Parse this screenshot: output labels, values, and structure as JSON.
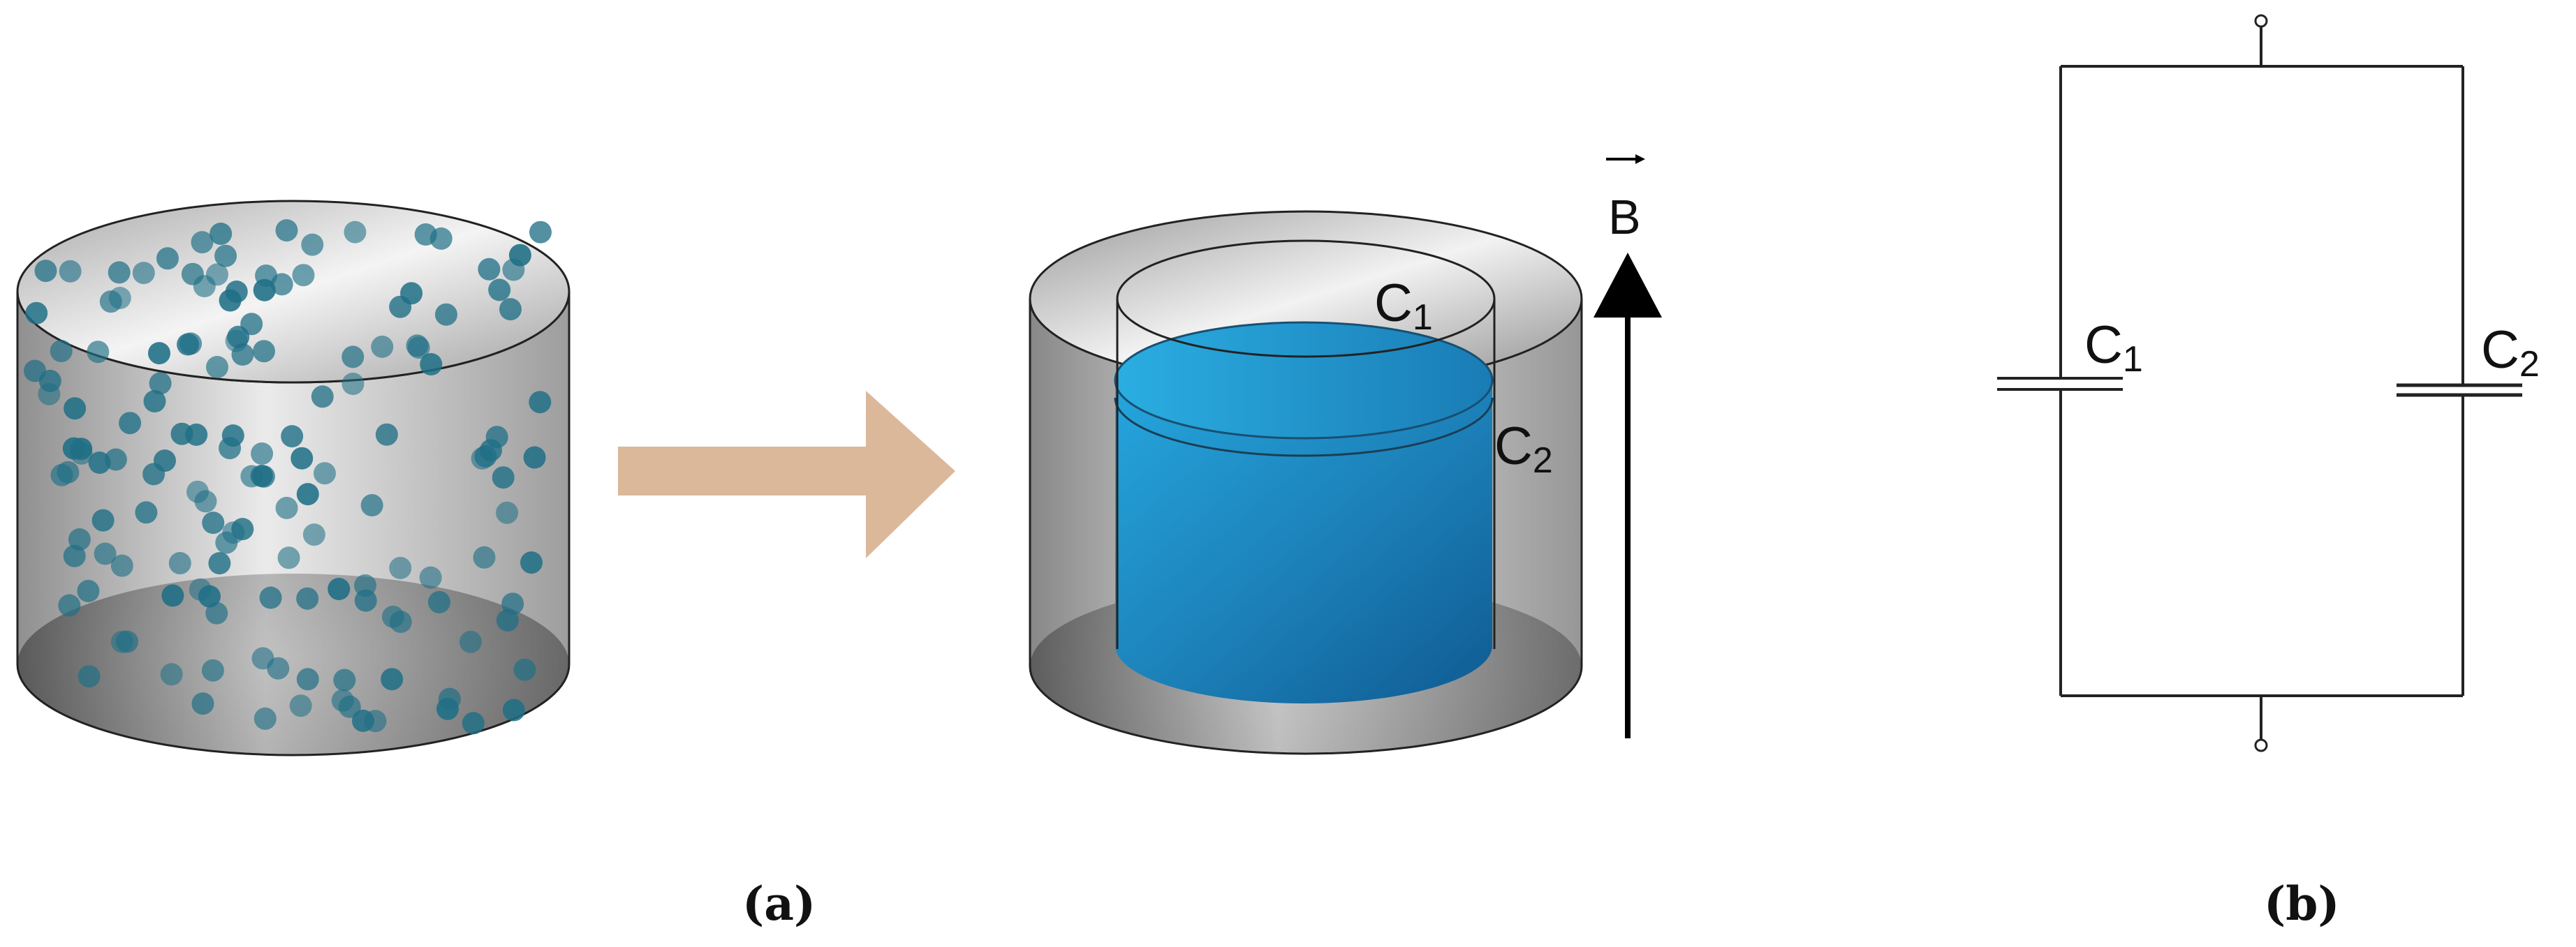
{
  "panel_a": {
    "label": "(a)",
    "left_cylinder": {
      "particle_color": "#1f6f86",
      "description_icon": "particle-cylinder"
    },
    "arrow_color": "#dcb89a",
    "right_cylinder": {
      "inner_label_main": "C",
      "inner_label_sub": "1",
      "outer_label_main": "C",
      "outer_label_sub": "2",
      "liquid_color": "#1e8fc6"
    },
    "field": {
      "label": "B"
    }
  },
  "panel_b": {
    "label": "(b)",
    "cap1": {
      "main": "C",
      "sub": "1"
    },
    "cap2": {
      "main": "C",
      "sub": "2"
    }
  }
}
